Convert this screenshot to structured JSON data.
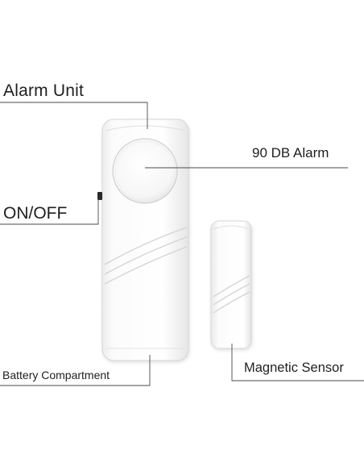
{
  "labels": {
    "alarm_unit": "Alarm Unit",
    "db_alarm": "90 DB Alarm",
    "on_off": "ON/OFF",
    "battery_compartment": "Battery Compartment",
    "magnetic_sensor": "Magnetic Sensor"
  },
  "colors": {
    "device_body": "#f8f8f8",
    "device_outline": "#dcdcdc",
    "leader_line": "#4a4a4a",
    "text": "#1f1f1f"
  }
}
